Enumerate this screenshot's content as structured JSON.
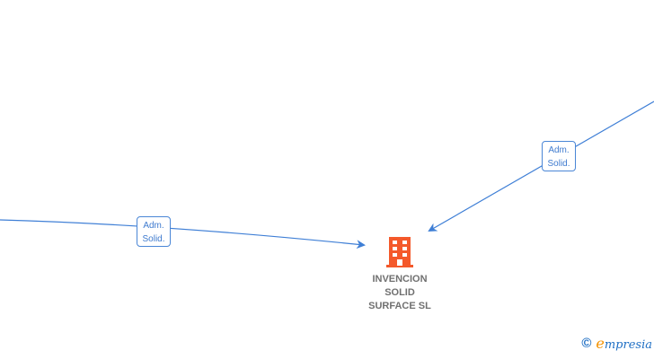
{
  "colors": {
    "edge": "#3f7fd6",
    "node_icon": "#f4592b",
    "node_text": "#707070",
    "brand_blue": "#1f6fc4",
    "brand_orange": "#f39200"
  },
  "nodes": [
    {
      "id": "invencion",
      "name": "INVENCION\nSOLID\nSURFACE  SL",
      "icon": "building-icon"
    }
  ],
  "edges": [
    {
      "from": "left-offscreen",
      "to": "invencion",
      "label_line1": "Adm.",
      "label_line2": "Solid."
    },
    {
      "from": "top-right-offscreen",
      "to": "invencion",
      "label_line1": "Adm.",
      "label_line2": "Solid."
    }
  ],
  "footer": {
    "copyright_symbol": "©",
    "brand_initial": "e",
    "brand_rest": "mpresia"
  }
}
